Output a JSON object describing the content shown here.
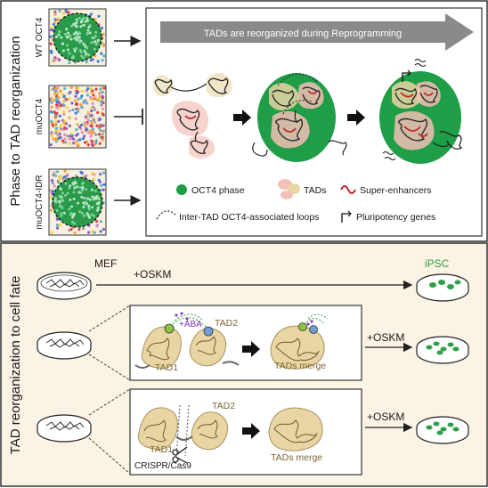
{
  "top_panel": {
    "side_title": "Phase to TAD reorganization",
    "conditions": [
      {
        "label": "WT OCT4",
        "phase": "condensate"
      },
      {
        "label": "muOCT4",
        "phase": "dispersed"
      },
      {
        "label": "muOCT4-IDR",
        "phase": "condensate"
      }
    ],
    "banner": "TADs are reorganized during Reprogramming",
    "legend": {
      "oct4_phase": "OCT4 phase",
      "tads": "TADs",
      "super_enhancers": "Super-enhancers",
      "loops": "Inter-TAD OCT4-associated loops",
      "pluripotency": "Pluripotency genes"
    }
  },
  "bottom_panel": {
    "side_title": "TAD reorganization to cell fate",
    "row1": {
      "start": "MEF",
      "treatment": "+OSKM",
      "end": "iPSC"
    },
    "row2": {
      "aba": "+ABA",
      "tad1": "TAD1",
      "tad2": "TAD2",
      "merge": "TADs merge",
      "treatment": "+OSKM"
    },
    "row3": {
      "tad1": "TAD1",
      "tad2": "TAD2",
      "merge": "TADs merge",
      "tool": "CRISPR/Cas9",
      "treatment": "+OSKM"
    }
  },
  "colors": {
    "oct4_green": "#1f9d47",
    "tad_beige": "#e8d5a3",
    "tad_pink": "#f2c0b6",
    "super_enhancer_red": "#c0272d",
    "banner_gray": "#8a8a8a",
    "bottom_bg": "#fbf3e3",
    "panel_border": "#333333"
  }
}
